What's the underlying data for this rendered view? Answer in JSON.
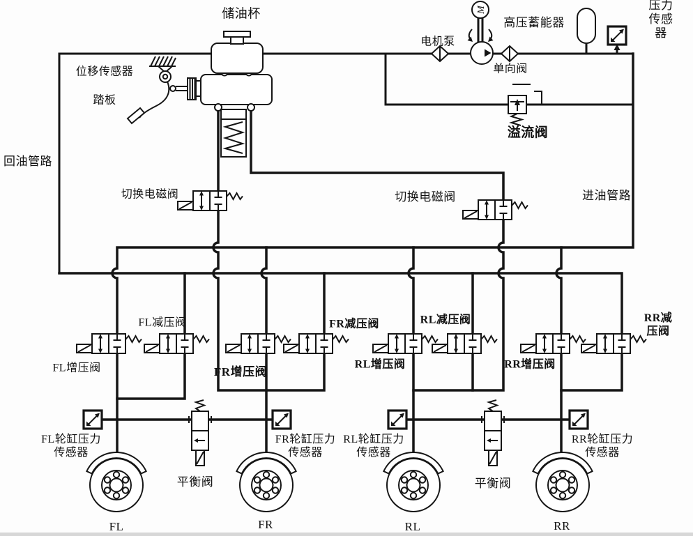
{
  "labels": {
    "reservoir": "储油杯",
    "displacement_sensor": "位移传感器",
    "pedal": "踏板",
    "return_line": "回油管路",
    "motor_pump": "电机泵",
    "check_valve": "单向阀",
    "accumulator": "高压蓄能器",
    "pressure_sensor": "压力传感器",
    "relief_valve": "溢流阀",
    "switch_valve_1": "切换电磁阀",
    "switch_valve_2": "切换电磁阀",
    "inlet_line": "进油管路",
    "fl_dec": "FL减压阀",
    "fl_inc": "FL增压阀",
    "fr_dec": "FR减压阀",
    "fr_inc": "FR增压阀",
    "rl_dec": "RL减压阀",
    "rl_inc": "RL增压阀",
    "rr_dec": "RR减压阀",
    "rr_inc": "RR增压阀",
    "fl_wheel_sensor": "FL轮缸压力\n传感器",
    "fr_wheel_sensor": "FR轮缸压力\n传感器",
    "rl_wheel_sensor": "RL轮缸压力\n传感器",
    "rr_wheel_sensor": "RR轮缸压力\n传感器",
    "balance_1": "平衡阀",
    "balance_2": "平衡阀",
    "wheel_fl": "FL",
    "wheel_fr": "FR",
    "wheel_rl": "RL",
    "wheel_rr": "RR",
    "motor_letter": "M"
  },
  "colors": {
    "ink": "#151515",
    "paper": "#fdfdfd"
  }
}
